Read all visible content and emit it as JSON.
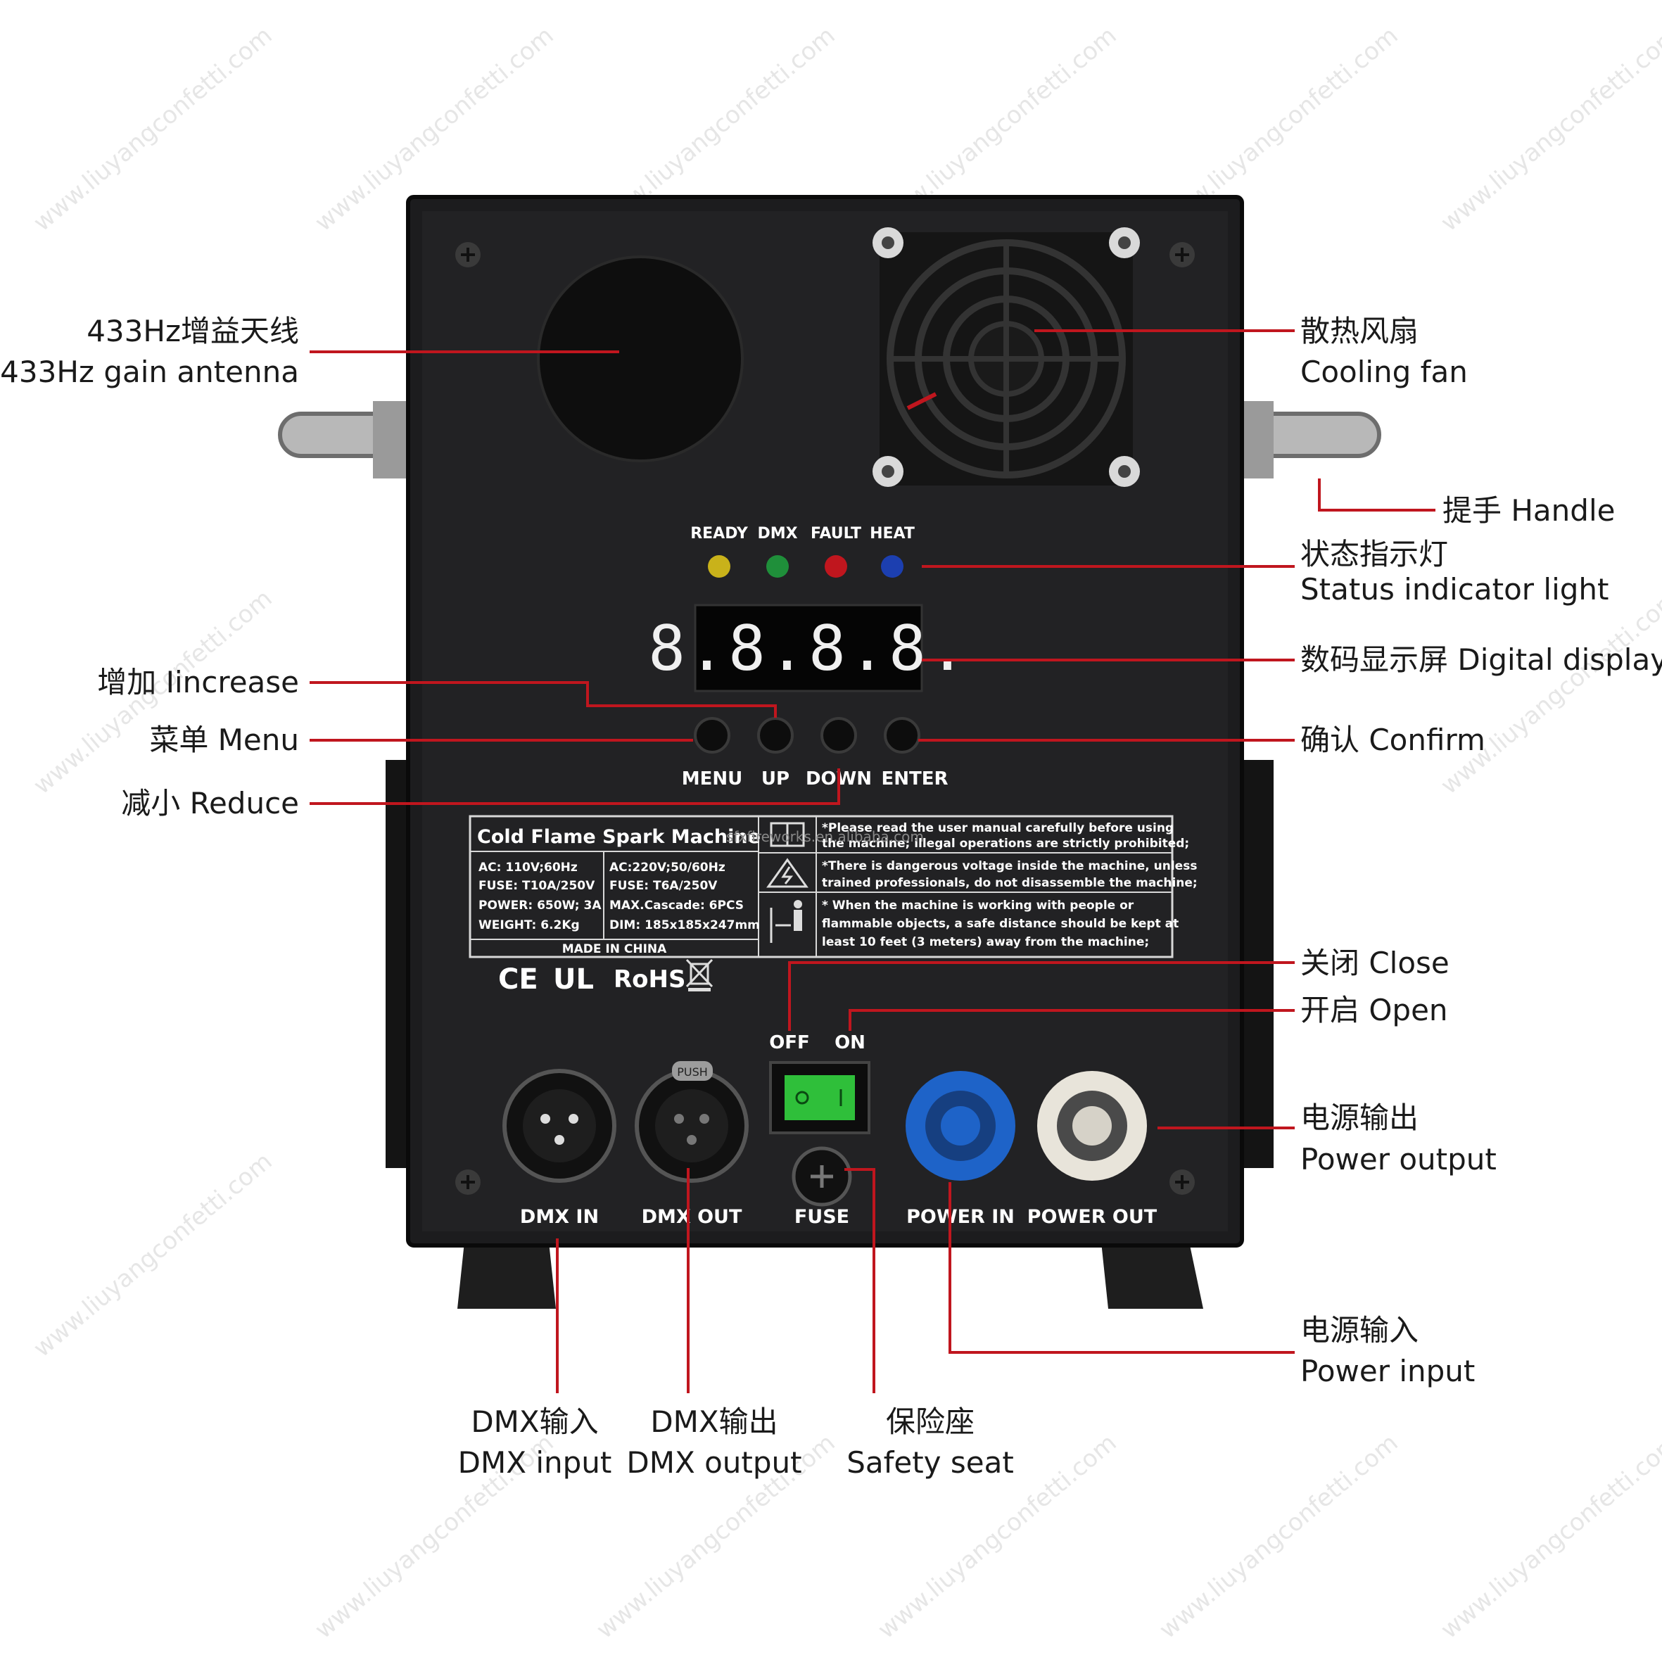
{
  "callouts": {
    "antenna_cn": "433Hz增益天线",
    "antenna_en": "433Hz gain antenna",
    "fan_cn": "散热风扇",
    "fan_en": "Cooling fan",
    "handle": "提手 Handle",
    "status_cn": "状态指示灯",
    "status_en": "Status indicator light",
    "display": "数码显示屏 Digital display",
    "increase": "增加 Iincrease",
    "menu": "菜单 Menu",
    "reduce": "减小 Reduce",
    "confirm": "确认 Confirm",
    "close": "关闭 Close",
    "open": "开启 Open",
    "power_out_cn": "电源输出",
    "power_out_en": "Power output",
    "power_in_cn": "电源输入",
    "power_in_en": "Power input",
    "dmx_in_cn": "DMX输入",
    "dmx_in_en": "DMX input",
    "dmx_out_cn": "DMX输出",
    "dmx_out_en": "DMX output",
    "fuse_cn": "保险座",
    "fuse_en": "Safety seat"
  },
  "panel": {
    "leds": [
      "READY",
      "DMX",
      "FAULT",
      "HEAT"
    ],
    "display_text": "8.8.8.8.",
    "buttons": [
      "MENU",
      "UP",
      "DOWN",
      "ENTER"
    ],
    "switch_off": "OFF",
    "switch_on": "ON",
    "push": "PUSH",
    "ports": [
      "DMX IN",
      "DMX OUT",
      "FUSE",
      "POWER IN",
      "POWER OUT"
    ]
  },
  "label_plate": {
    "title": "Cold Flame Spark Machine",
    "spec_left": [
      "AC: 110V;60Hz",
      "FUSE: T10A/250V",
      "POWER: 650W; 3A",
      "WEIGHT: 6.2Kg"
    ],
    "spec_right": [
      "AC:220V;50/60Hz",
      "FUSE: T6A/250V",
      "MAX.Cascade: 6PCS",
      "DIM: 185x185x247mm"
    ],
    "made_in": "MADE IN CHINA",
    "warning_1a": "*Please read the user manual carefully before using",
    "warning_1b": "the machine; illegal operations are strictly prohibited;",
    "warning_2a": "*There is dangerous voltage inside the machine, unless",
    "warning_2b": "trained professionals, do not disassemble the machine;",
    "warning_3a": "* When the machine is working with people or",
    "warning_3b": "flammable objects, a safe distance should be kept at",
    "warning_3c": "least 10 feet (3 meters) away from the machine;"
  },
  "certifications": [
    "CE",
    "UL",
    "RoHS"
  ],
  "watermarks": {
    "site": "www.liuyangconfetti.com",
    "store": "sfxfireworks.en.alibaba.com"
  },
  "colors": {
    "leader": "#c0161e",
    "panel": "#1c1c1e",
    "led_ready": "#c9b21a",
    "led_dmx": "#1f8f3a",
    "led_fault": "#c0161e",
    "led_heat": "#1c3fb0",
    "power_in_connector": "#1e63c8",
    "power_out_connector": "#e8e4da",
    "switch": "#2fbf3a"
  }
}
